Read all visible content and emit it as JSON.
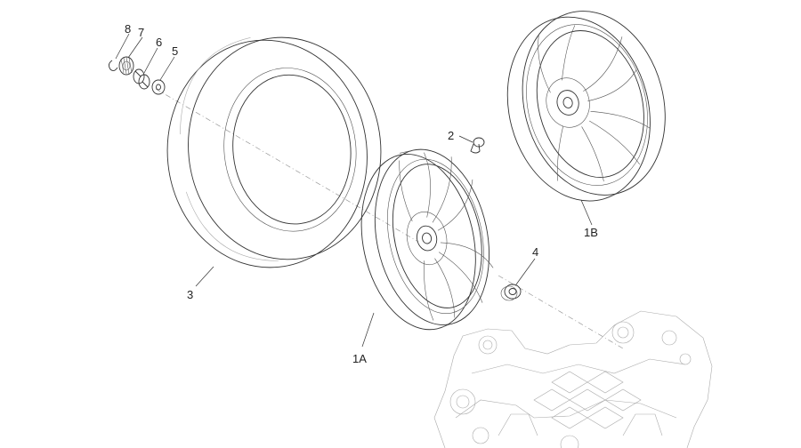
{
  "diagram": {
    "callouts": [
      {
        "id": "c8",
        "label": "8"
      },
      {
        "id": "c7",
        "label": "7"
      },
      {
        "id": "c6",
        "label": "6"
      },
      {
        "id": "c5",
        "label": "5"
      },
      {
        "id": "c2",
        "label": "2"
      },
      {
        "id": "c4",
        "label": "4"
      },
      {
        "id": "c3",
        "label": "3"
      },
      {
        "id": "c1a",
        "label": "1A"
      },
      {
        "id": "c1b",
        "label": "1B"
      }
    ],
    "colors": {
      "line": "#333333",
      "faint": "#aaaaaa",
      "background": "#ffffff"
    }
  }
}
